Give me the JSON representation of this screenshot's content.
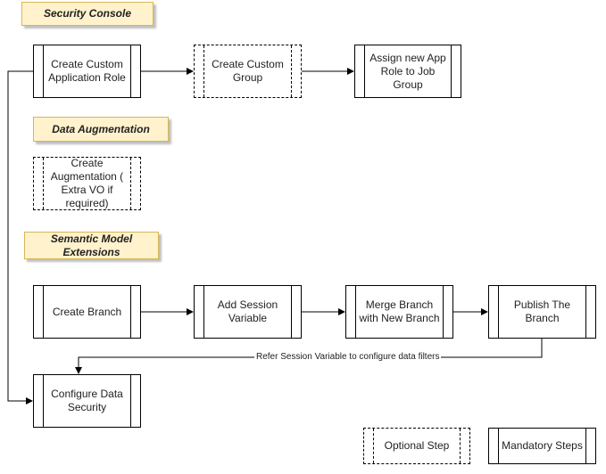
{
  "sections": {
    "security_console": "Security Console",
    "data_augmentation": "Data Augmentation",
    "semantic_model": "Semantic Model\nExtensions"
  },
  "nodes": {
    "create_custom_app_role": "Create Custom\nApplication Role",
    "create_custom_group": "Create Custom\nGroup",
    "assign_app_role": "Assign new App\nRole to Job\nGroup",
    "create_augmentation": "Create\nAugmentation (\nExtra VO if\nrequired)",
    "create_branch": "Create Branch",
    "add_session_variable": "Add Session\nVariable",
    "merge_branch": "Merge Branch\nwith New Branch",
    "publish_branch": "Publish The\nBranch",
    "configure_data_security": "Configure Data\nSecurity"
  },
  "edge_labels": {
    "refer_session_variable": "Refer Session Variable to configure data filters"
  },
  "legend": {
    "optional": "Optional Step",
    "mandatory": "Mandatory Steps"
  }
}
